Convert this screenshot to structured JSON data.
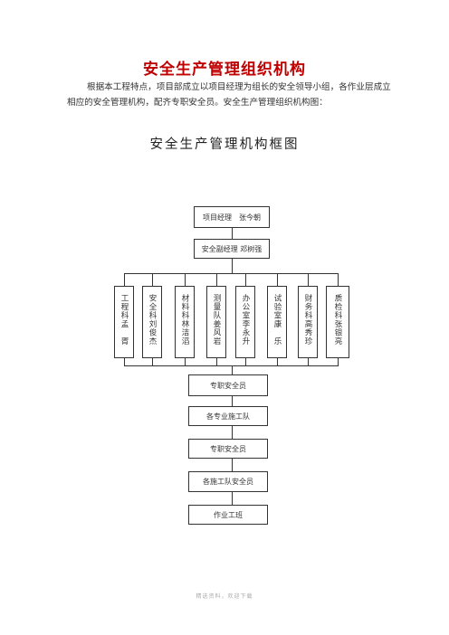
{
  "document": {
    "title": "安全生产管理组织机构",
    "intro": "根据本工程特点，项目部成立以项目经理为组长的安全领导小组，各作业层成立相应的安全管理机构，配齐专职安全员。安全生产管理组织机构图：",
    "chart_title": "安全生产管理机构框图",
    "footer": "精选资料，欢迎下载"
  },
  "org_chart": {
    "project_manager": "项目经理　张今朝",
    "deputy_manager": "安全副经理  邓树强",
    "departments": [
      "工程科孟　胥",
      "安全科刘俊杰",
      "材料科林洁滔",
      "测量队姜风岩",
      "办公室李永升",
      "试验室康　乐",
      "财务科高秀珍",
      "质检科张银亮"
    ],
    "chain": [
      "专职安全员",
      "各专业施工队",
      "专职安全员",
      "各施工队安全员",
      "作业工班"
    ]
  }
}
